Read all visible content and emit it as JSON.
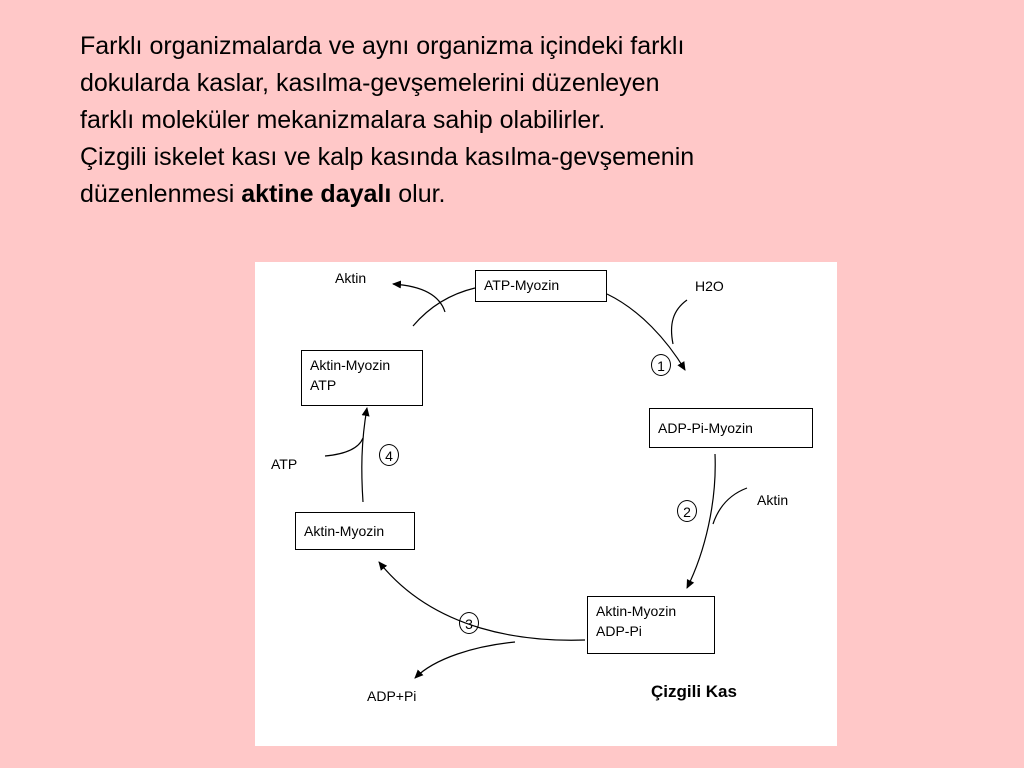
{
  "text": {
    "line1": "Farklı  organizmalarda ve aynı organizma içindeki farklı",
    "line2": "dokularda kaslar, kasılma-gevşemelerini düzenleyen",
    "line3": "farklı moleküler mekanizmalara sahip olabilirler.",
    "line4": "Çizgili iskelet kası ve kalp kasında kasılma-gevşemenin",
    "line5_prefix": "düzenlenmesi ",
    "line5_bold": "aktine dayalı",
    "line5_suffix": " olur."
  },
  "diagram": {
    "caption": "Çizgili Kas",
    "boxes": {
      "atp_myozin": "ATP-Myozin",
      "adp_pi_myozin": "ADP-Pi-Myozin",
      "aktin_myozin_adp_pi_1": "Aktin-Myozin",
      "aktin_myozin_adp_pi_2": "ADP-Pi",
      "aktin_myozin": "Aktin-Myozin",
      "aktin_myozin_atp_1": "Aktin-Myozin",
      "aktin_myozin_atp_2": "ATP"
    },
    "labels": {
      "aktin_top": "Aktin",
      "h2o": "H2O",
      "aktin_right": "Aktin",
      "adp_pi": "ADP+Pi",
      "atp_left": "ATP"
    },
    "steps": [
      "1",
      "2",
      "3",
      "4"
    ]
  }
}
